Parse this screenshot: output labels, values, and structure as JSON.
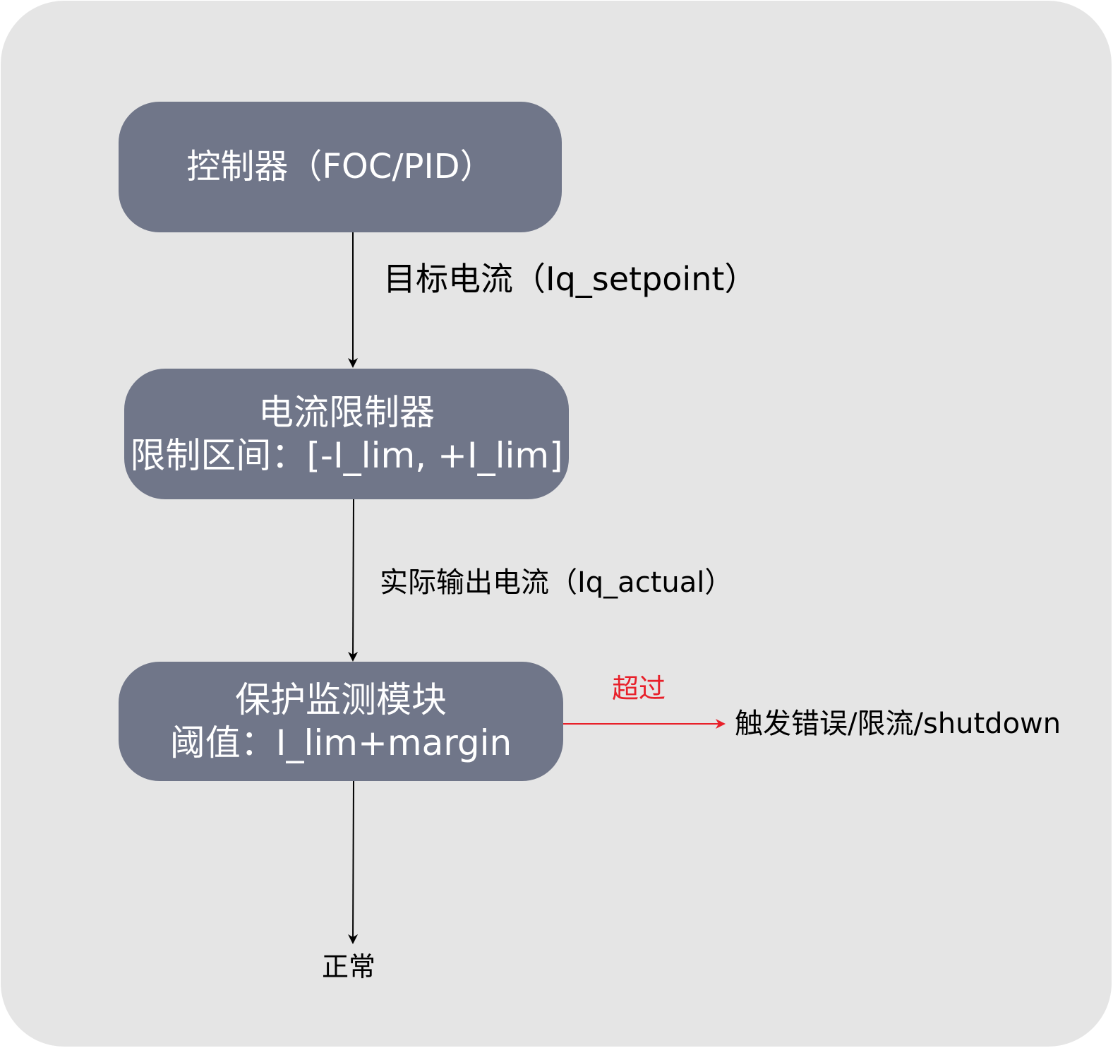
{
  "nodes": {
    "controller": {
      "line1": "控制器（FOC/PID）"
    },
    "limiter": {
      "line1": "电流限制器",
      "line2": "限制区间：[-I_lim, +I_lim]"
    },
    "monitor": {
      "line1": "保护监测模块",
      "line2": "阈值：I_lim+margin"
    },
    "fault": {
      "label": "触发错误/限流/shutdown"
    },
    "normal": {
      "label": "正常"
    }
  },
  "edges": {
    "controller_to_limiter": {
      "label": "目标电流（Iq_setpoint）"
    },
    "limiter_to_monitor": {
      "label": "实际输出电流（Iq_actual）"
    },
    "monitor_to_fault": {
      "label": "超过",
      "color": "#e8202a"
    },
    "monitor_to_normal": {
      "label": ""
    }
  },
  "colors": {
    "background": "#e5e5e5",
    "node_fill": "#707689",
    "node_text": "#ffffff",
    "edge": "#000000",
    "alert": "#e8202a"
  }
}
